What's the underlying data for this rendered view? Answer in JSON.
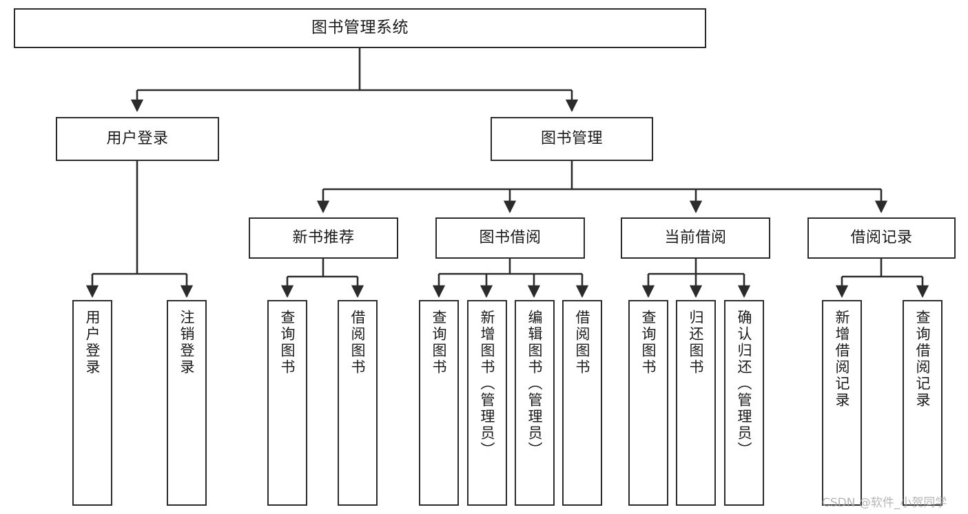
{
  "diagram": {
    "title": "图书管理系统",
    "type": "tree-hierarchy",
    "watermark": "CSDN @软件_小贺同学",
    "colors": {
      "box_border": "#2b2b2b",
      "box_fill": "#ffffff",
      "edge": "#2b2b2b",
      "text": "#1a1a1a",
      "watermark": "#a9a9a9",
      "background": "#ffffff"
    },
    "nodes": {
      "root": {
        "label": "图书管理系统"
      },
      "level2": [
        {
          "id": "user-login",
          "label": "用户登录"
        },
        {
          "id": "book-management",
          "label": "图书管理"
        }
      ],
      "level3": [
        {
          "id": "new-book-recommend",
          "label": "新书推荐"
        },
        {
          "id": "book-borrow",
          "label": "图书借阅"
        },
        {
          "id": "current-borrow",
          "label": "当前借阅"
        },
        {
          "id": "borrow-record",
          "label": "借阅记录"
        }
      ],
      "leaves": {
        "user_login": [
          {
            "id": "leaf-user-login",
            "label": "用户登录"
          },
          {
            "id": "leaf-logout-login",
            "label": "注销登录"
          }
        ],
        "new_book_recommend": [
          {
            "id": "leaf-query-book-1",
            "label": "查询图书"
          },
          {
            "id": "leaf-borrow-book-1",
            "label": "借阅图书"
          }
        ],
        "book_borrow": [
          {
            "id": "leaf-query-book-2",
            "label": "查询图书"
          },
          {
            "id": "leaf-add-book",
            "label": "新增图书（管理员）"
          },
          {
            "id": "leaf-edit-book",
            "label": "编辑图书（管理员）"
          },
          {
            "id": "leaf-borrow-book-2",
            "label": "借阅图书"
          }
        ],
        "current_borrow": [
          {
            "id": "leaf-query-book-3",
            "label": "查询图书"
          },
          {
            "id": "leaf-return-book",
            "label": "归还图书"
          },
          {
            "id": "leaf-confirm-return",
            "label": "确认归还（管理员）"
          }
        ],
        "borrow_record": [
          {
            "id": "leaf-add-record",
            "label": "新增借阅记录"
          },
          {
            "id": "leaf-query-record",
            "label": "查询借阅记录"
          }
        ]
      }
    }
  }
}
